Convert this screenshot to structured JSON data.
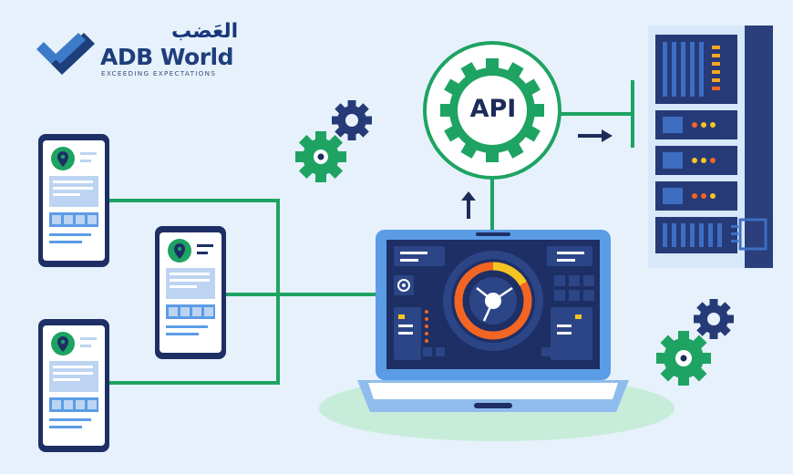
{
  "brand": {
    "arabic": "العَضب",
    "name": "ADB World",
    "tagline": "EXCEEDING EXPECTATIONS",
    "colors": {
      "navy": "#1f3e7c",
      "blue": "#3d7bc9",
      "green": "#1ea362"
    }
  },
  "api": {
    "label": "API"
  },
  "icons": [
    "checkmark-logo-icon",
    "gear-icon",
    "location-pin-icon",
    "arrow-up-icon",
    "arrow-right-icon",
    "server-rack-icon",
    "laptop-icon",
    "smartphone-icon"
  ]
}
